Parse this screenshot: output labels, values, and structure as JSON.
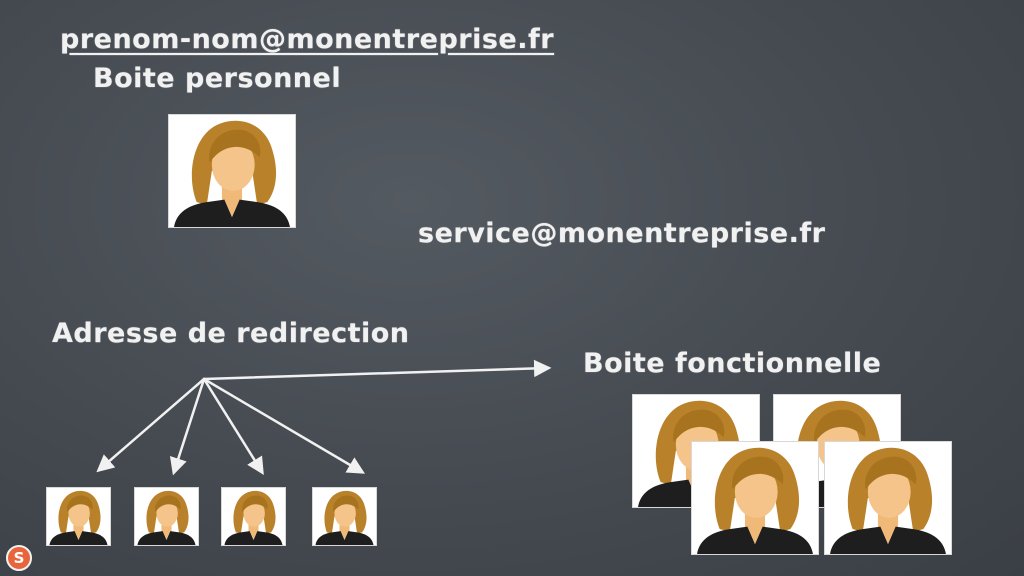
{
  "slide": {
    "email_personal": "prenom-nom@monentreprise.fr",
    "label_personal": "Boite personnel",
    "email_service": "service@monentreprise.fr",
    "label_redirect": "Adresse de redirection",
    "label_functional": "Boite fonctionnelle"
  },
  "colors": {
    "board": "#454a51",
    "chalk": "#f1f1f1",
    "hair": "#b9822a",
    "skin": "#f4c48a",
    "jacket": "#1e1e1e",
    "logo": "#e8643a"
  },
  "icons": {
    "person": "person-avatar-icon",
    "logo": "s-logo-icon"
  }
}
